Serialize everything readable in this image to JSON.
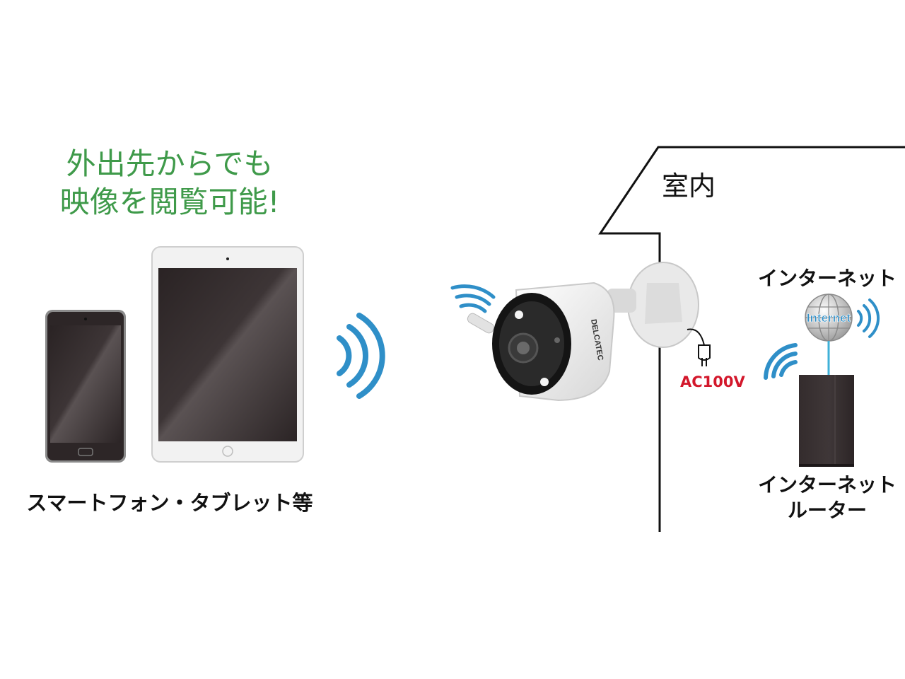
{
  "headline": {
    "line1": "外出先からでも",
    "line2": "映像を閲覧可能!"
  },
  "devices": {
    "caption": "スマートフォン・タブレット等"
  },
  "building": {
    "label": "室内"
  },
  "camera": {
    "brand": "DELCATEC"
  },
  "power": {
    "label": "AC100V"
  },
  "internet": {
    "label": "インターネット",
    "globe_text": "Internet"
  },
  "router": {
    "line1": "インターネット",
    "line2": "ルーター"
  },
  "colors": {
    "headline": "#3f9a4a",
    "wifi": "#2f8fc8",
    "ac_label": "#d3172b",
    "router_body": "#3a3233",
    "cable": "#3fb1d8"
  }
}
